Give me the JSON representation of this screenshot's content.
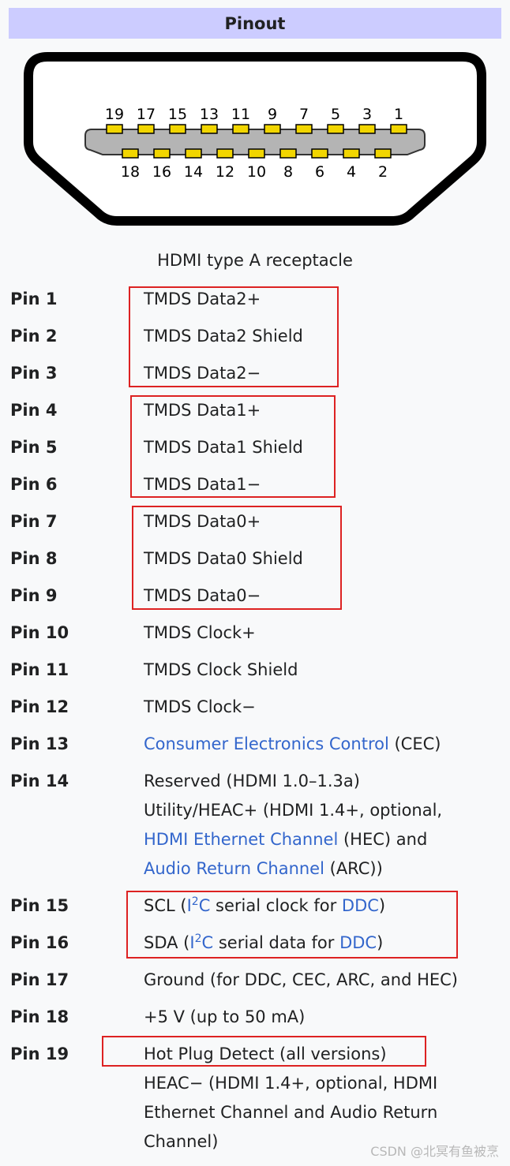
{
  "header": {
    "title": "Pinout"
  },
  "connector": {
    "top_labels": [
      "19",
      "17",
      "15",
      "13",
      "11",
      "9",
      "7",
      "5",
      "3",
      "1"
    ],
    "bottom_labels": [
      "18",
      "16",
      "14",
      "12",
      "10",
      "8",
      "6",
      "4",
      "2"
    ],
    "caption": "HDMI type A receptacle"
  },
  "pins": [
    {
      "pin": "Pin 1",
      "lines": [
        [
          {
            "t": "TMDS Data2+"
          }
        ]
      ]
    },
    {
      "pin": "Pin 2",
      "lines": [
        [
          {
            "t": "TMDS Data2 Shield"
          }
        ]
      ]
    },
    {
      "pin": "Pin 3",
      "lines": [
        [
          {
            "t": "TMDS Data2−"
          }
        ]
      ]
    },
    {
      "pin": "Pin 4",
      "lines": [
        [
          {
            "t": "TMDS Data1+"
          }
        ]
      ]
    },
    {
      "pin": "Pin 5",
      "lines": [
        [
          {
            "t": "TMDS Data1 Shield"
          }
        ]
      ]
    },
    {
      "pin": "Pin 6",
      "lines": [
        [
          {
            "t": "TMDS Data1−"
          }
        ]
      ]
    },
    {
      "pin": "Pin 7",
      "lines": [
        [
          {
            "t": "TMDS Data0+"
          }
        ]
      ]
    },
    {
      "pin": "Pin 8",
      "lines": [
        [
          {
            "t": "TMDS Data0 Shield"
          }
        ]
      ]
    },
    {
      "pin": "Pin 9",
      "lines": [
        [
          {
            "t": "TMDS Data0−"
          }
        ]
      ]
    },
    {
      "pin": "Pin 10",
      "lines": [
        [
          {
            "t": "TMDS Clock+"
          }
        ]
      ]
    },
    {
      "pin": "Pin 11",
      "lines": [
        [
          {
            "t": "TMDS Clock Shield"
          }
        ]
      ]
    },
    {
      "pin": "Pin 12",
      "lines": [
        [
          {
            "t": "TMDS Clock−"
          }
        ]
      ]
    },
    {
      "pin": "Pin 13",
      "lines": [
        [
          {
            "t": "Consumer Electronics Control",
            "link": true
          },
          {
            "t": " (CEC)"
          }
        ]
      ]
    },
    {
      "pin": "Pin 14",
      "lines": [
        [
          {
            "t": "Reserved (HDMI 1.0–1.3a)"
          }
        ],
        [
          {
            "t": "Utility/HEAC+ (HDMI 1.4+, optional,"
          }
        ],
        [
          {
            "t": "HDMI Ethernet Channel",
            "link": true
          },
          {
            "t": " (HEC) and"
          }
        ],
        [
          {
            "t": "Audio Return Channel",
            "link": true
          },
          {
            "t": " (ARC))"
          }
        ]
      ]
    },
    {
      "pin": "Pin 15",
      "lines": [
        [
          {
            "t": "SCL ("
          },
          {
            "t": "I",
            "link": true
          },
          {
            "t": "2",
            "link": true,
            "sup": true
          },
          {
            "t": "C",
            "link": true
          },
          {
            "t": " serial clock for "
          },
          {
            "t": "DDC",
            "link": true
          },
          {
            "t": ")"
          }
        ]
      ]
    },
    {
      "pin": "Pin 16",
      "lines": [
        [
          {
            "t": "SDA ("
          },
          {
            "t": "I",
            "link": true
          },
          {
            "t": "2",
            "link": true,
            "sup": true
          },
          {
            "t": "C",
            "link": true
          },
          {
            "t": " serial data for "
          },
          {
            "t": "DDC",
            "link": true
          },
          {
            "t": ")"
          }
        ]
      ]
    },
    {
      "pin": "Pin 17",
      "lines": [
        [
          {
            "t": "Ground (for DDC, CEC, ARC, and HEC)"
          }
        ]
      ]
    },
    {
      "pin": "Pin 18",
      "lines": [
        [
          {
            "t": "+5 V (up to 50 mA)"
          }
        ]
      ]
    },
    {
      "pin": "Pin 19",
      "lines": [
        [
          {
            "t": "Hot Plug Detect (all versions)"
          }
        ],
        [
          {
            "t": "HEAC− (HDMI 1.4+, optional, HDMI"
          }
        ],
        [
          {
            "t": "Ethernet Channel and Audio Return"
          }
        ],
        [
          {
            "t": "Channel)"
          }
        ]
      ]
    }
  ],
  "watermark": "CSDN @北冥有鱼被烹",
  "colors": {
    "header_bg": "#ccccff",
    "link": "#3366cc",
    "highlight": "#dd2222",
    "pin_contact": "#f2d600",
    "page_bg": "#f8f9fa"
  }
}
